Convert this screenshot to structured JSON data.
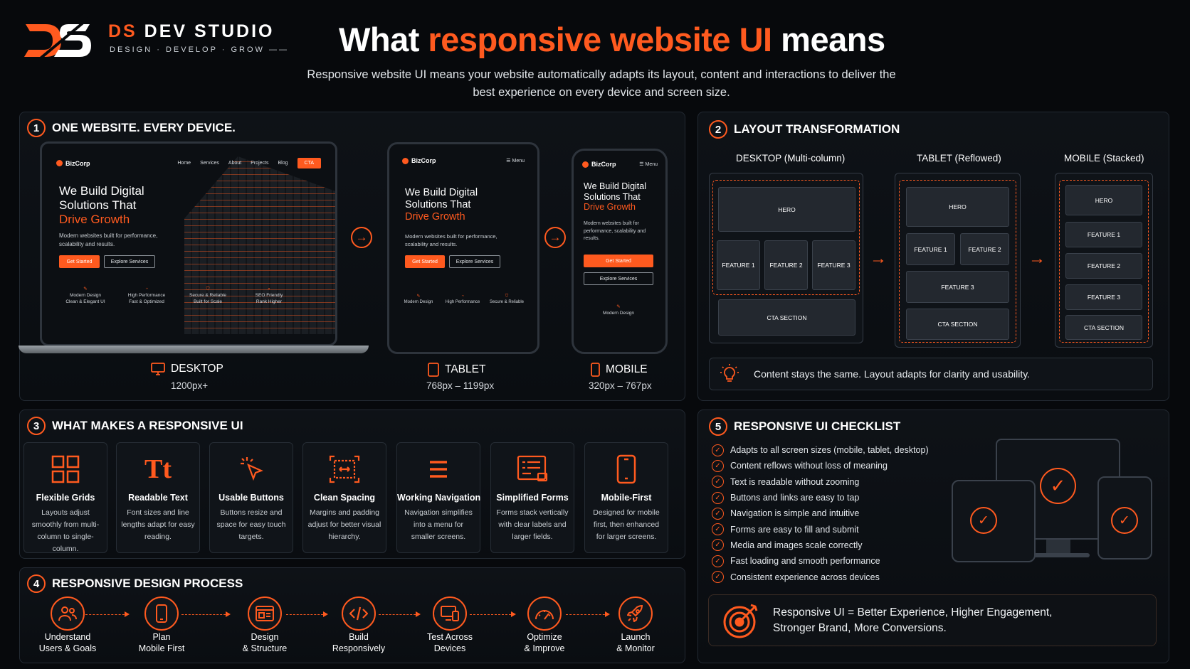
{
  "brand": {
    "initials": "DS",
    "name_accent": "DS",
    "name_rest": " DEV STUDIO",
    "tagline": "DESIGN · DEVELOP · GROW"
  },
  "header": {
    "title_pre": "What ",
    "title_highlight": "responsive website UI",
    "title_post": " means",
    "subtitle": "Responsive website UI means your website automatically adapts its layout, content and interactions to deliver the best experience on every device and screen size."
  },
  "colors": {
    "accent": "#ff5a1f",
    "background": "#07090c",
    "panel": "#0d1116"
  },
  "section1": {
    "num": "1",
    "title": "ONE WEBSITE. EVERY DEVICE.",
    "site": {
      "brand": "BizCorp",
      "nav": [
        "Home",
        "Services",
        "About",
        "Projects",
        "Blog"
      ],
      "cta": "CTA",
      "menu": "Menu",
      "hero_l1": "We Build Digital",
      "hero_l2": "Solutions That",
      "hero_accent": "Drive Growth",
      "hero_text": "Modern websites built for performance, scalability and results.",
      "btn_primary": "Get Started",
      "btn_secondary": "Explore Services",
      "features": [
        {
          "title": "Modern Design",
          "sub": "Clean & Elegant UI",
          "icon": "pencil-icon"
        },
        {
          "title": "High Performance",
          "sub": "Fast & Optimized",
          "icon": "gauge-icon"
        },
        {
          "title": "Secure & Reliable",
          "sub": "Built for Scale",
          "icon": "shield-icon"
        },
        {
          "title": "SEO Friendly",
          "sub": "Rank Higher",
          "icon": "search-icon"
        }
      ]
    },
    "devices": [
      {
        "label": "DESKTOP",
        "range": "1200px+",
        "icon": "monitor-icon"
      },
      {
        "label": "TABLET",
        "range": "768px – 1199px",
        "icon": "tablet-icon"
      },
      {
        "label": "MOBILE",
        "range": "320px – 767px",
        "icon": "phone-icon"
      }
    ]
  },
  "section2": {
    "num": "2",
    "title": "LAYOUT TRANSFORMATION",
    "columns": [
      {
        "name": "DESKTOP",
        "qual": " (Multi-column)"
      },
      {
        "name": "TABLET",
        "qual": " (Reflowed)"
      },
      {
        "name": "MOBILE",
        "qual": " (Stacked)"
      }
    ],
    "blocks": {
      "hero": "HERO",
      "f1": "FEATURE 1",
      "f2": "FEATURE 2",
      "f3": "FEATURE 3",
      "cta": "CTA SECTION"
    },
    "note": "Content stays the same. Layout adapts for clarity and usability.",
    "note_icon": "lightbulb-icon"
  },
  "section3": {
    "num": "3",
    "title": "WHAT MAKES A RESPONSIVE UI",
    "cards": [
      {
        "title": "Flexible Grids",
        "desc": "Layouts adjust smoothly from multi-column to single-column.",
        "icon": "grid-icon"
      },
      {
        "title": "Readable Text",
        "desc": "Font sizes and line lengths adapt for easy reading.",
        "icon": "text-icon",
        "glyph": "Tt"
      },
      {
        "title": "Usable Buttons",
        "desc": "Buttons resize and space for easy touch targets.",
        "icon": "cursor-icon"
      },
      {
        "title": "Clean Spacing",
        "desc": "Margins and padding adjust for better visual hierarchy.",
        "icon": "spacing-icon"
      },
      {
        "title": "Working Navigation",
        "desc": "Navigation simplifies into a menu for smaller screens.",
        "icon": "menu-icon"
      },
      {
        "title": "Simplified Forms",
        "desc": "Forms stack vertically with clear labels and larger fields.",
        "icon": "form-icon"
      },
      {
        "title": "Mobile-First",
        "desc": "Designed for mobile first, then enhanced for larger screens.",
        "icon": "mobile-icon"
      }
    ]
  },
  "section4": {
    "num": "4",
    "title": "RESPONSIVE DESIGN PROCESS",
    "steps": [
      {
        "l1": "Understand",
        "l2": "Users & Goals",
        "icon": "users-icon"
      },
      {
        "l1": "Plan",
        "l2": "Mobile First",
        "icon": "phone-icon"
      },
      {
        "l1": "Design",
        "l2": "& Structure",
        "icon": "layout-icon"
      },
      {
        "l1": "Build",
        "l2": "Responsively",
        "icon": "code-icon"
      },
      {
        "l1": "Test Across",
        "l2": "Devices",
        "icon": "devices-icon"
      },
      {
        "l1": "Optimize",
        "l2": "& Improve",
        "icon": "gauge-icon"
      },
      {
        "l1": "Launch",
        "l2": "& Monitor",
        "icon": "rocket-icon"
      }
    ]
  },
  "section5": {
    "num": "5",
    "title": "RESPONSIVE UI CHECKLIST",
    "items": [
      "Adapts to all screen sizes (mobile, tablet, desktop)",
      "Content reflows without loss of meaning",
      "Text is readable without zooming",
      "Buttons and links are easy to tap",
      "Navigation is simple and intuitive",
      "Forms are easy to fill and submit",
      "Media and images scale correctly",
      "Fast loading and smooth performance",
      "Consistent experience across devices"
    ],
    "summary_l1": "Responsive UI = Better Experience, Higher Engagement,",
    "summary_l2": "Stronger Brand, More Conversions.",
    "summary_icon": "target-icon"
  }
}
